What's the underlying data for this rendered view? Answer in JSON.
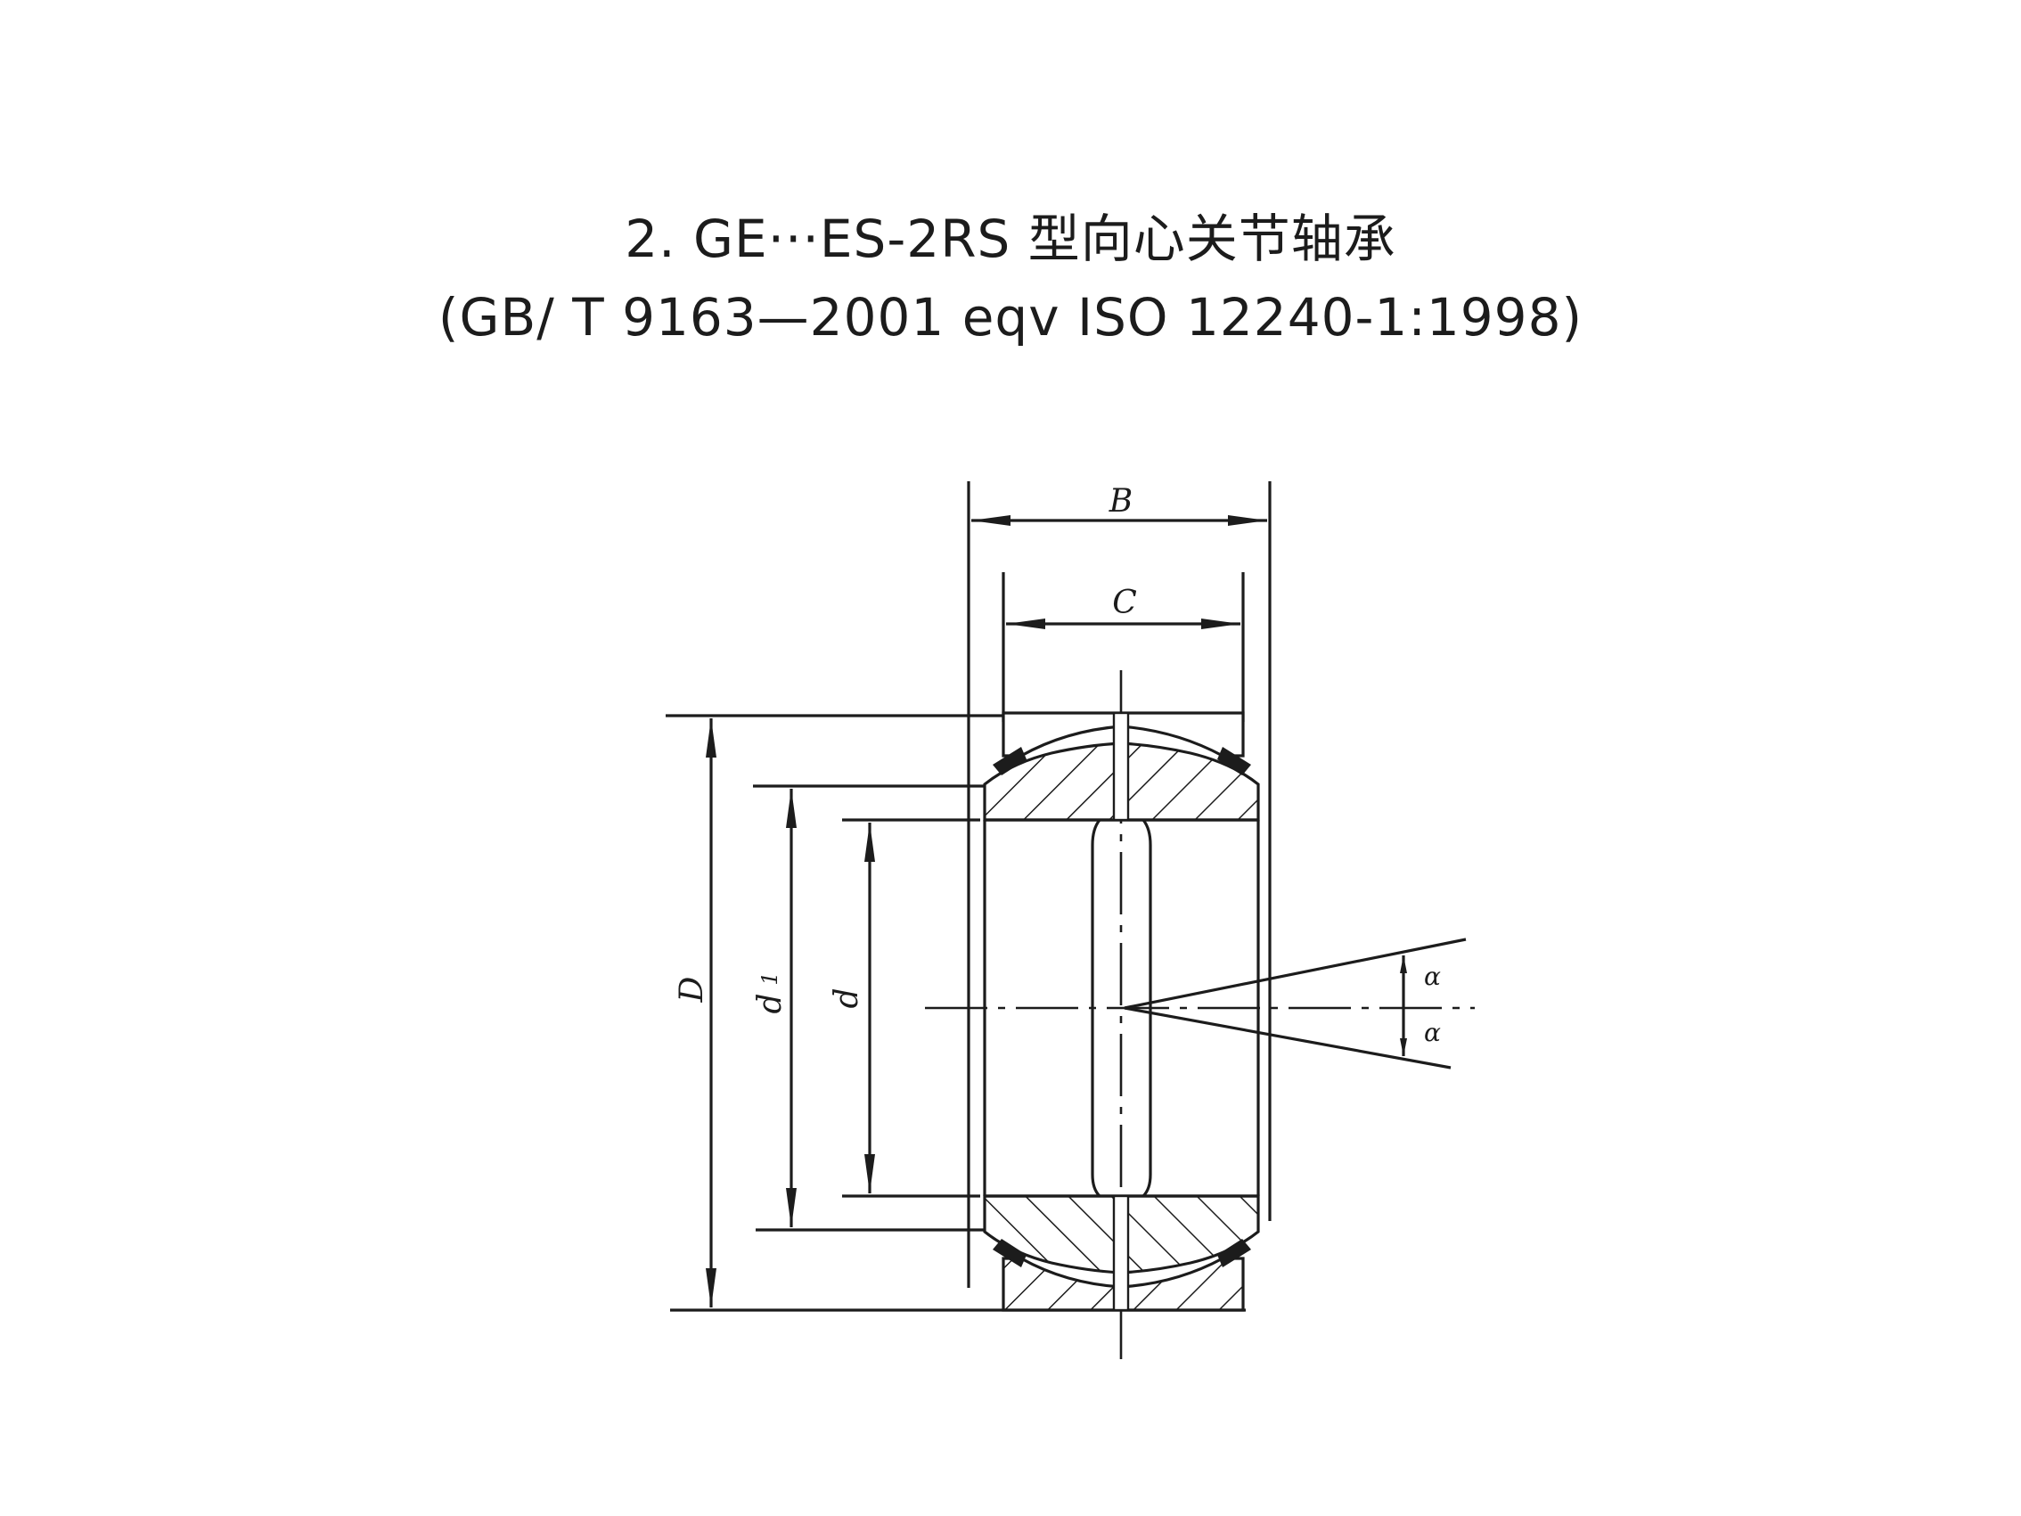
{
  "title": {
    "line1": "2. GE···ES-2RS 型向心关节轴承",
    "line2": "(GB/ T 9163—2001    eqv  ISO 12240-1:1998)"
  },
  "diagram": {
    "labels": {
      "B": "B",
      "C": "C",
      "D": "D",
      "d1": "d",
      "d1_sub": "1",
      "d": "d",
      "alpha_upper": "α",
      "alpha_lower": "α"
    },
    "colors": {
      "line": "#1c1c1c",
      "background": "#ffffff"
    }
  }
}
